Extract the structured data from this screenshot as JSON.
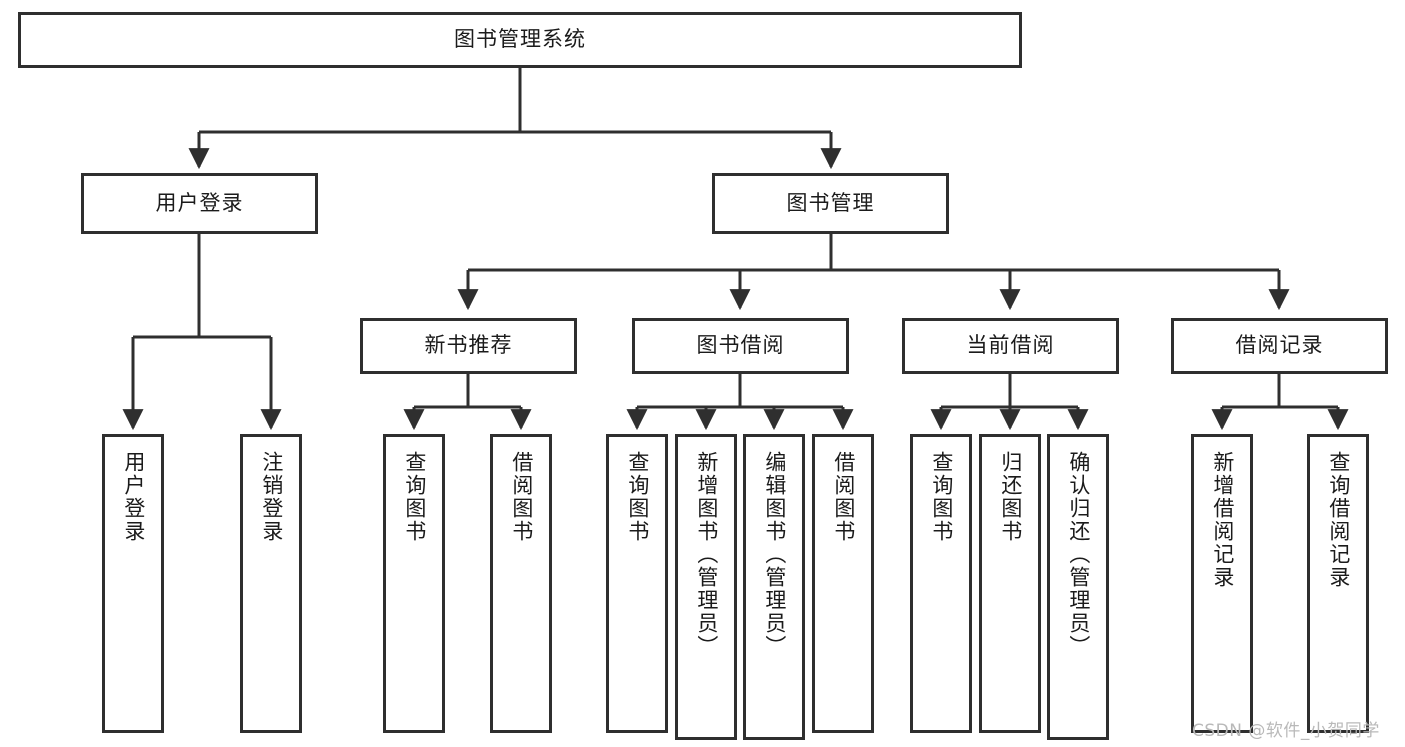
{
  "diagram": {
    "title": "图书管理系统",
    "type": "tree-hierarchy",
    "colors": {
      "background": "#ffffff",
      "border": "#2f2f2f",
      "text": "#1b1b1b",
      "connector": "#2f2f2f",
      "watermark": "#b9b9b9"
    },
    "root": {
      "label": "图书管理系统"
    },
    "level1": [
      {
        "label": "用户登录"
      },
      {
        "label": "图书管理"
      }
    ],
    "level2": [
      {
        "label": "新书推荐"
      },
      {
        "label": "图书借阅"
      },
      {
        "label": "当前借阅"
      },
      {
        "label": "借阅记录"
      }
    ],
    "leaves": {
      "user_login": [
        {
          "label": "用户登录"
        },
        {
          "label": "注销登录"
        }
      ],
      "new_book_recommend": [
        {
          "label": "查询图书"
        },
        {
          "label": "借阅图书"
        }
      ],
      "book_borrow": [
        {
          "label": "查询图书"
        },
        {
          "label": "新增图书（管理员）"
        },
        {
          "label": "编辑图书（管理员）"
        },
        {
          "label": "借阅图书"
        }
      ],
      "current_borrow": [
        {
          "label": "查询图书"
        },
        {
          "label": "归还图书"
        },
        {
          "label": "确认归还（管理员）"
        }
      ],
      "borrow_record": [
        {
          "label": "新增借阅记录"
        },
        {
          "label": "查询借阅记录"
        }
      ]
    }
  },
  "watermark": {
    "text": "CSDN @软件_小贺同学"
  }
}
